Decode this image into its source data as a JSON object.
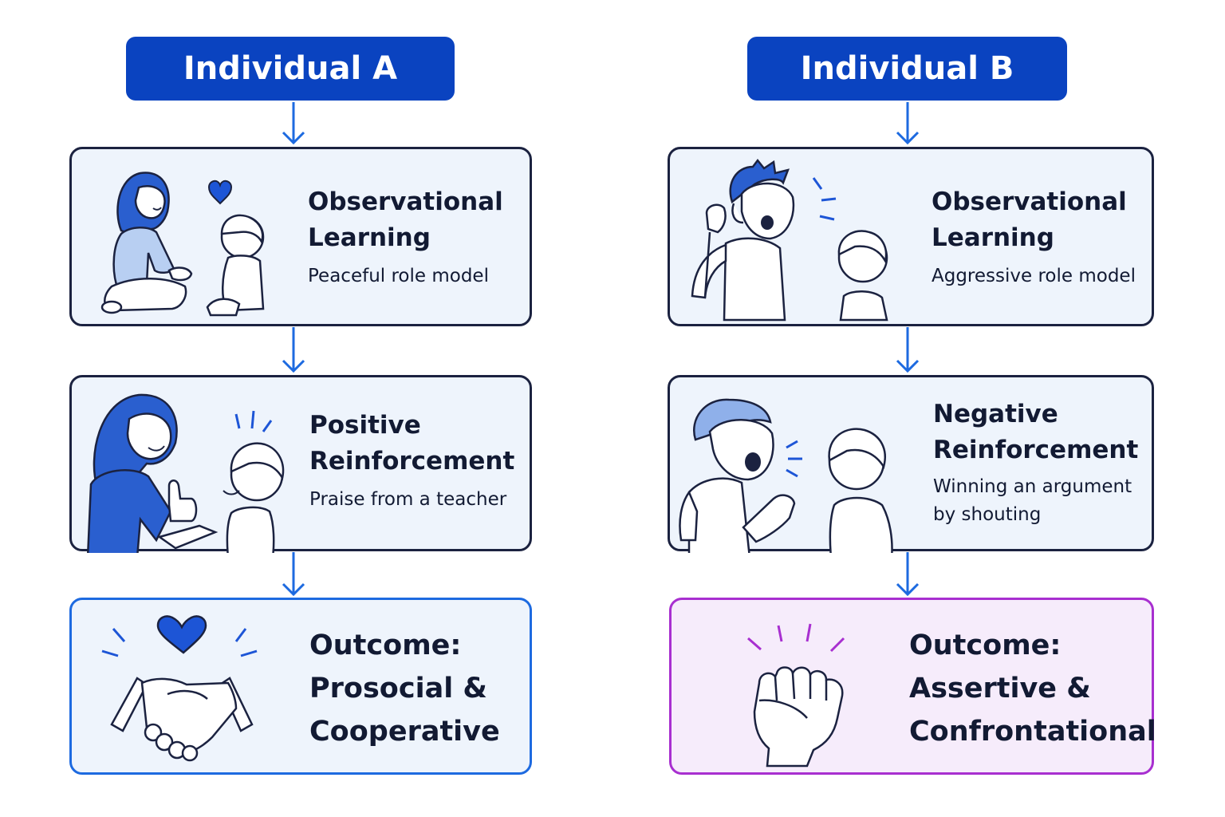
{
  "individual_a": {
    "header": "Individual A",
    "observational": {
      "title_line1": "Observational",
      "title_line2": "Learning",
      "subtitle": "Peaceful role model"
    },
    "reinforcement": {
      "title_line1": "Positive",
      "title_line2": "Reinforcement",
      "subtitle": "Praise from a teacher"
    },
    "outcome": {
      "line1": "Outcome:",
      "line2": "Prosocial &",
      "line3": "Cooperative"
    }
  },
  "individual_b": {
    "header": "Individual B",
    "observational": {
      "title_line1": "Observational",
      "title_line2": "Learning",
      "subtitle": "Aggressive role model"
    },
    "reinforcement": {
      "title_line1": "Negative",
      "title_line2": "Reinforcement",
      "subtitle_line1": "Winning an argument",
      "subtitle_line2": "by shouting"
    },
    "outcome": {
      "line1": "Outcome:",
      "line2": "Assertive &",
      "line3": "Confrontational"
    }
  },
  "colors": {
    "header_fill": "#0a43c0",
    "arrow": "#1d6ae0",
    "card_border": "#1b2240",
    "outcome_a_border": "#1d6ae0",
    "outcome_b_border": "#a82fd0",
    "card_fill": "#eef4fc",
    "outcome_b_fill": "#f6ecfb"
  },
  "icons": {
    "a_observational": "mother-and-child-with-heart-icon",
    "a_reinforcement": "teacher-thumbs-up-child-icon",
    "a_outcome": "handshake-with-heart-icon",
    "b_observational": "angry-man-and-child-icon",
    "b_reinforcement": "shouting-man-and-child-icon",
    "b_outcome": "raised-fist-icon"
  }
}
